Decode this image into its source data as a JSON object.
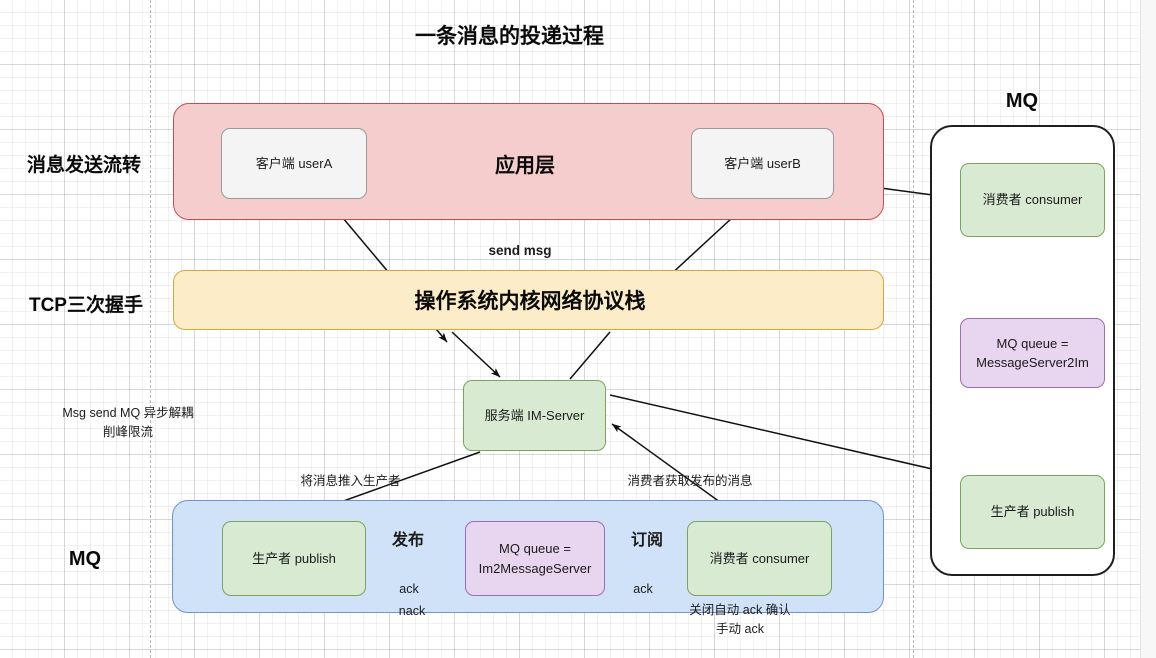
{
  "title": "一条消息的投递过程",
  "section_labels": [
    {
      "id": "msg-flow",
      "text": "消息发送流转"
    },
    {
      "id": "tcp-handshake",
      "text": "TCP三次握手"
    },
    {
      "id": "mq-left",
      "text": "MQ"
    }
  ],
  "group_labels": [
    {
      "id": "mq-right",
      "text": "MQ"
    }
  ],
  "bands": {
    "application": {
      "label": "应用层",
      "fill": "#f5cdcd",
      "stroke": "#c0504d"
    },
    "os_stack": {
      "label": "操作系统内核网络协议栈",
      "fill": "#fcedc8",
      "stroke": "#d6a83a"
    },
    "mq_bottom": {
      "fill": "#cfe2f7",
      "stroke": "#6b95cf"
    },
    "mq_right": {
      "fill": "#ffffff",
      "stroke": "#1f1f1f"
    }
  },
  "nodes": {
    "client_a": {
      "label": "客户端 userA",
      "fill": "#f4f4f4",
      "stroke": "#9a9a9a"
    },
    "client_b": {
      "label": "客户端 userB",
      "fill": "#f4f4f4",
      "stroke": "#9a9a9a"
    },
    "im_server": {
      "label": "服务端 IM-Server",
      "fill": "#d9ead3",
      "stroke": "#7aa35c"
    },
    "producer_bottom": {
      "label": "生产者 publish",
      "fill": "#d9ead3",
      "stroke": "#7aa35c"
    },
    "queue_bottom": {
      "label": "MQ queue =\nIm2MessageServer",
      "line1": "MQ queue =",
      "line2": "Im2MessageServer",
      "fill": "#e8d5ef",
      "stroke": "#9c6fb0"
    },
    "consumer_bottom": {
      "label": "消费者 consumer",
      "fill": "#d9ead3",
      "stroke": "#7aa35c"
    },
    "consumer_right": {
      "label": "消费者 consumer",
      "fill": "#d9ead3",
      "stroke": "#7aa35c"
    },
    "queue_right": {
      "line1": "MQ queue =",
      "line2": "MessageServer2Im",
      "fill": "#e8d5ef",
      "stroke": "#9c6fb0"
    },
    "producer_right": {
      "label": "生产者 publish",
      "fill": "#d9ead3",
      "stroke": "#7aa35c"
    }
  },
  "edge_labels": {
    "send_msg": "send msg",
    "push_to_producer": "将消息推入生产者",
    "consumer_fetch": "消费者获取发布的消息",
    "publish": "发布",
    "subscribe": "订阅",
    "ack_left": "ack",
    "nack_left": "nack",
    "ack_right": "ack"
  },
  "notes": {
    "async_decouple_line1": "Msg send MQ 异步解耦",
    "async_decouple_line2": "削峰限流",
    "manual_ack_line1": "关闭自动 ack 确认",
    "manual_ack_line2": "手动 ack"
  }
}
